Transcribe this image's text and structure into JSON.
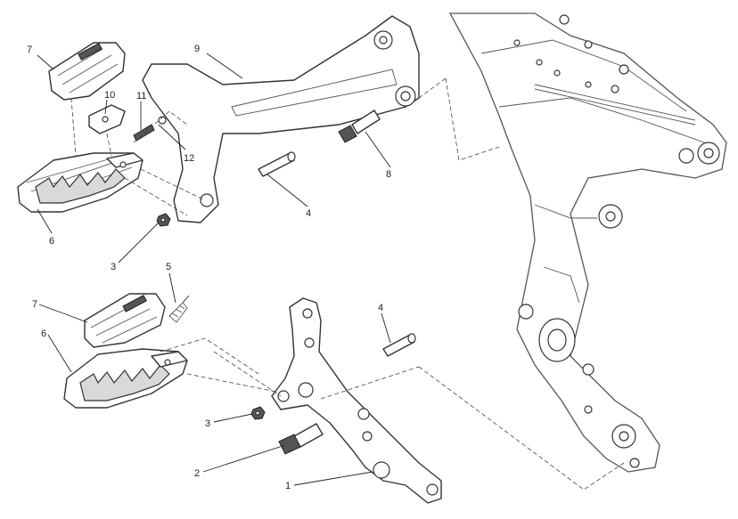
{
  "callouts": {
    "c1": "1",
    "c2": "2",
    "c3a": "3",
    "c3b": "3",
    "c4a": "4",
    "c4b": "4",
    "c5": "5",
    "c6a": "6",
    "c6b": "6",
    "c7a": "7",
    "c7b": "7",
    "c8": "8",
    "c9": "9",
    "c10": "10",
    "c11": "11",
    "c12": "12"
  }
}
